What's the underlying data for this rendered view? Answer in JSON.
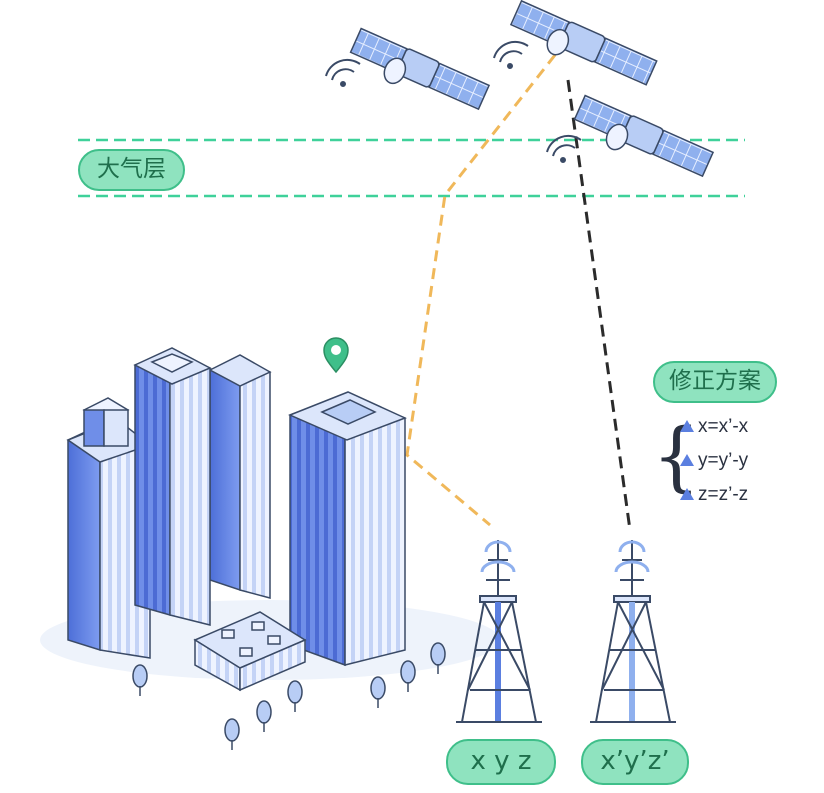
{
  "labels": {
    "atmosphere": "大气层",
    "correction_plan": "修正方案",
    "station_reference": "x y z",
    "station_measured": "x’y’z’"
  },
  "formulas": [
    "x=x’-x",
    "y=y’-y",
    "z=z’-z"
  ],
  "colors": {
    "pill_fill": "#8fe3bf",
    "pill_border": "#3fbf8a",
    "signal_path": "#f0b85a",
    "measured_path": "#2b2b2b",
    "building_blue": "#5b7fe0",
    "atmosphere_line": "#3fd19a"
  },
  "icons": [
    "satellite-icon",
    "location-pin-icon",
    "wifi-signal-icon",
    "cell-tower-icon",
    "tree-icon",
    "triangle-delta-icon"
  ]
}
